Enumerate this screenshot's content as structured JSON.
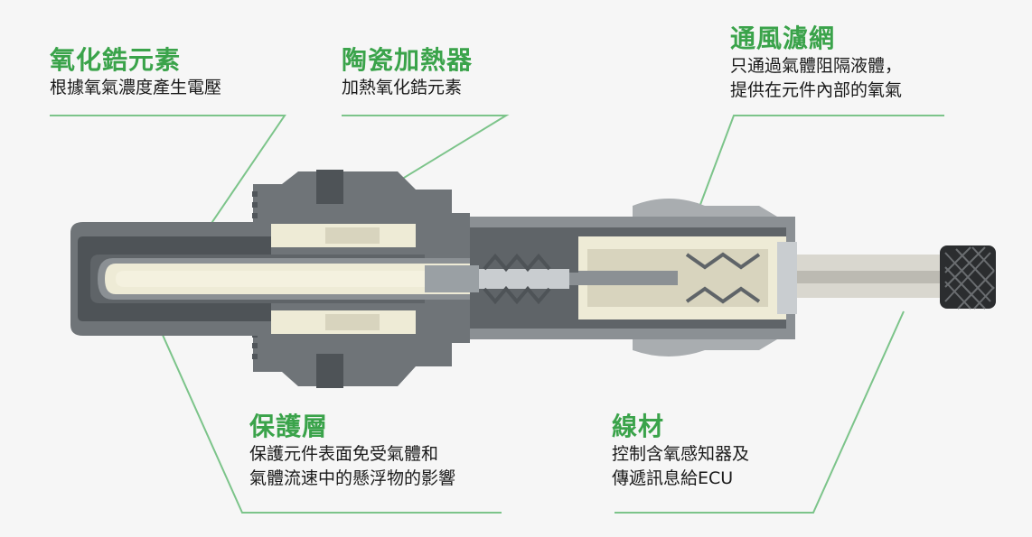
{
  "labels": {
    "zirconia": {
      "title": "氧化鋯元素",
      "desc": [
        "根據氧氣濃度產生電壓"
      ]
    },
    "heater": {
      "title": "陶瓷加熱器",
      "desc": [
        "加熱氧化鋯元素"
      ]
    },
    "filter": {
      "title": "通風濾網",
      "desc": [
        "只通過氣體阻隔液體，",
        "提供在元件內部的氧氣"
      ]
    },
    "protect": {
      "title": "保護層",
      "desc": [
        "保護元件表面免受氣體和",
        "氣體流速中的懸浮物的影響"
      ]
    },
    "wire": {
      "title": "線材",
      "desc": [
        "控制含氧感知器及",
        "傳遞訊息給ECU"
      ]
    }
  },
  "colors": {
    "accent": "#3aa34a",
    "text": "#1a1a1a",
    "leader": "#7cc48a",
    "ceramic": "#eeebd6",
    "metal_dark": "#5f6468",
    "metal_mid": "#8b9094",
    "metal_light": "#c9cdd0",
    "cable": "#2b2d2f"
  }
}
